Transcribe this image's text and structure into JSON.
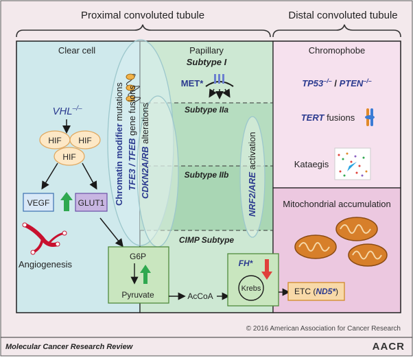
{
  "header": {
    "proximal": "Proximal convoluted tubule",
    "distal": "Distal convoluted tubule"
  },
  "clear_cell": {
    "title": "Clear cell",
    "vhl": "VHL",
    "vhl_sup": "–/–",
    "hif": "HIF",
    "vegf": "VEGF",
    "glut1": "GLUT1",
    "angiogenesis": "Angiogenesis"
  },
  "rotated_labels": {
    "chromatin_bold": "Chromatin modifier",
    "chromatin_rest": " mutations",
    "tfe3_italic": "TFE3 / TFEB",
    "tfe3_rest": " gene fusions",
    "cdkn2a_italic": "CDKN2A/RB",
    "cdkn2a_rest": " alterations",
    "nrf2_italic": "NRF2/ARE",
    "nrf2_rest": " activation"
  },
  "papillary": {
    "title": "Papillary",
    "subtype1": "Subtype I",
    "met": "MET*",
    "subtype2a": "Subtype IIa",
    "subtype2b": "Subtype IIb",
    "cimp": "CIMP Subtype"
  },
  "metabolism": {
    "g6p": "G6P",
    "pyruvate": "Pyruvate",
    "accoa": "AcCoA",
    "fh": "FH*",
    "krebs": "Krebs",
    "etc_prefix": "ETC (",
    "nd5": "ND5*",
    "etc_suffix": ")"
  },
  "chromophobe": {
    "title": "Chromophobe",
    "tp53": "TP53",
    "tp53_sup": "–/–",
    "slash": " / ",
    "pten": "PTEN",
    "pten_sup": "–/–",
    "tert": "TERT",
    "tert_rest": " fusions",
    "kataegis": "Kataegis",
    "mito": "Mitochondrial accumulation"
  },
  "footer": {
    "copyright": "© 2016 American Association for Cancer Research",
    "journal": "Molecular Cancer Research Review",
    "logo": "AACR"
  },
  "colors": {
    "outer_bg": "#f3e9ec",
    "clear_cell_bg": "#cfe9ec",
    "papillary_bg": "#cde8d3",
    "chromophobe_bg": "#f6e1ee",
    "mito_bg": "#ecc8e0",
    "accent_blue": "#2b3a8f",
    "arrow_green": "#2fa84f",
    "arrow_red": "#e0403a",
    "hif_fill": "#fde8c6",
    "glut1_fill": "#c8b6e2",
    "box_green": "#c9e6bf",
    "orange_fill": "#f8d9a8"
  }
}
